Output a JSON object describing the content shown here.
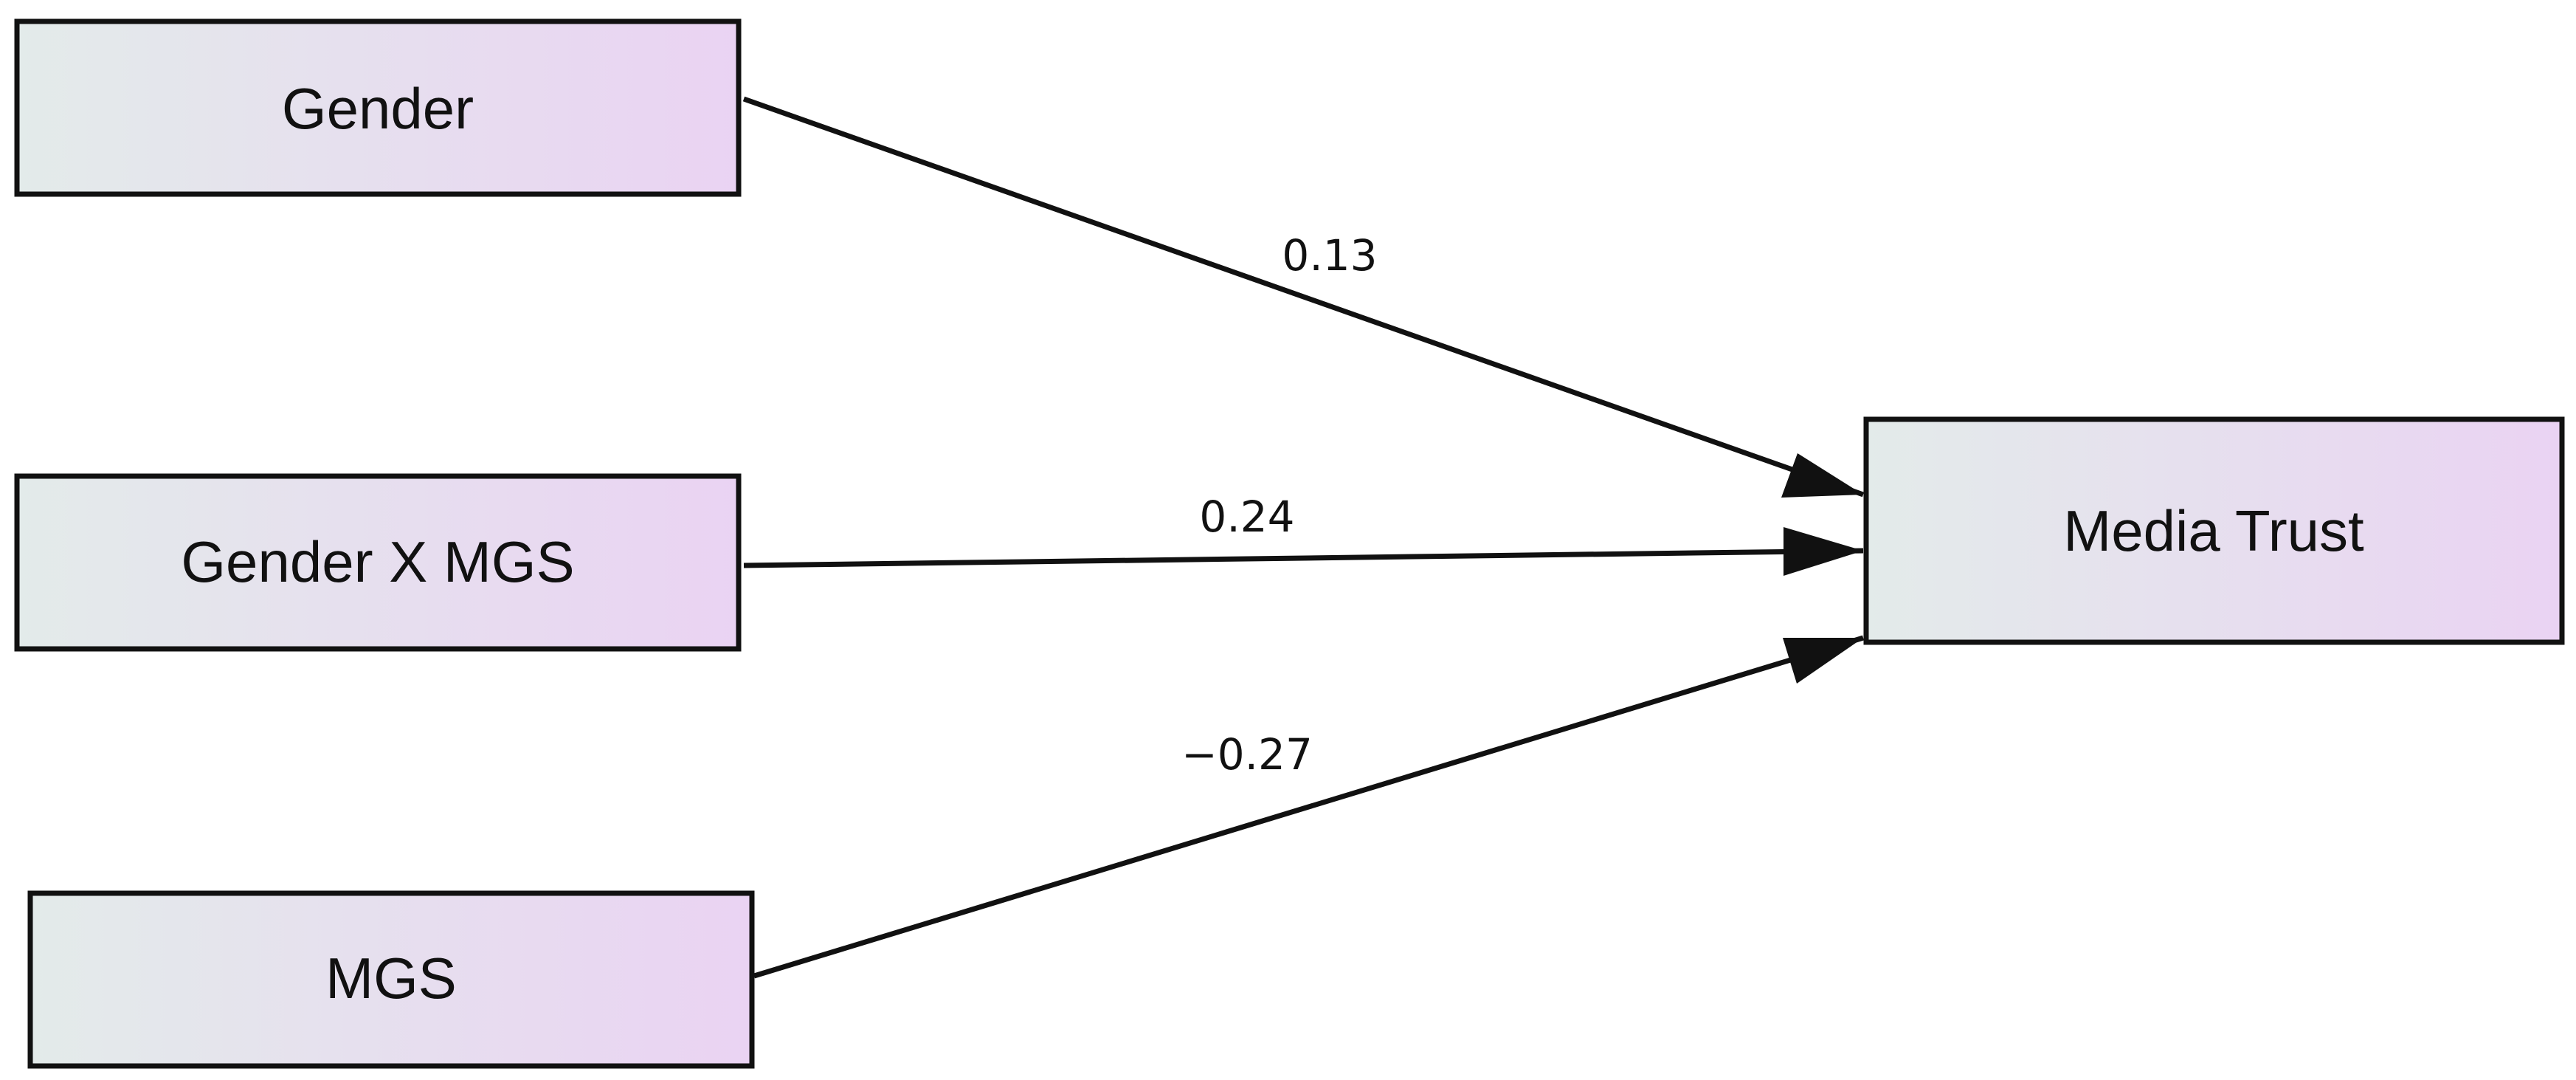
{
  "diagram": {
    "type": "path-diagram",
    "node_fill": {
      "from": "#e3ebea",
      "to": "#ead3f3"
    },
    "stroke_color": "#111111",
    "nodes": {
      "gender": {
        "label": "Gender"
      },
      "gender_x_mgs": {
        "label": "Gender X MGS"
      },
      "mgs": {
        "label": "MGS"
      },
      "media_trust": {
        "label": "Media Trust"
      }
    },
    "edges": {
      "gender_to_media_trust": {
        "from": "Gender",
        "to": "Media Trust",
        "coefficient": "0.13"
      },
      "gender_x_mgs_to_media_trust": {
        "from": "Gender X MGS",
        "to": "Media Trust",
        "coefficient": "0.24"
      },
      "mgs_to_media_trust": {
        "from": "MGS",
        "to": "Media Trust",
        "coefficient": "−0.27"
      }
    }
  }
}
